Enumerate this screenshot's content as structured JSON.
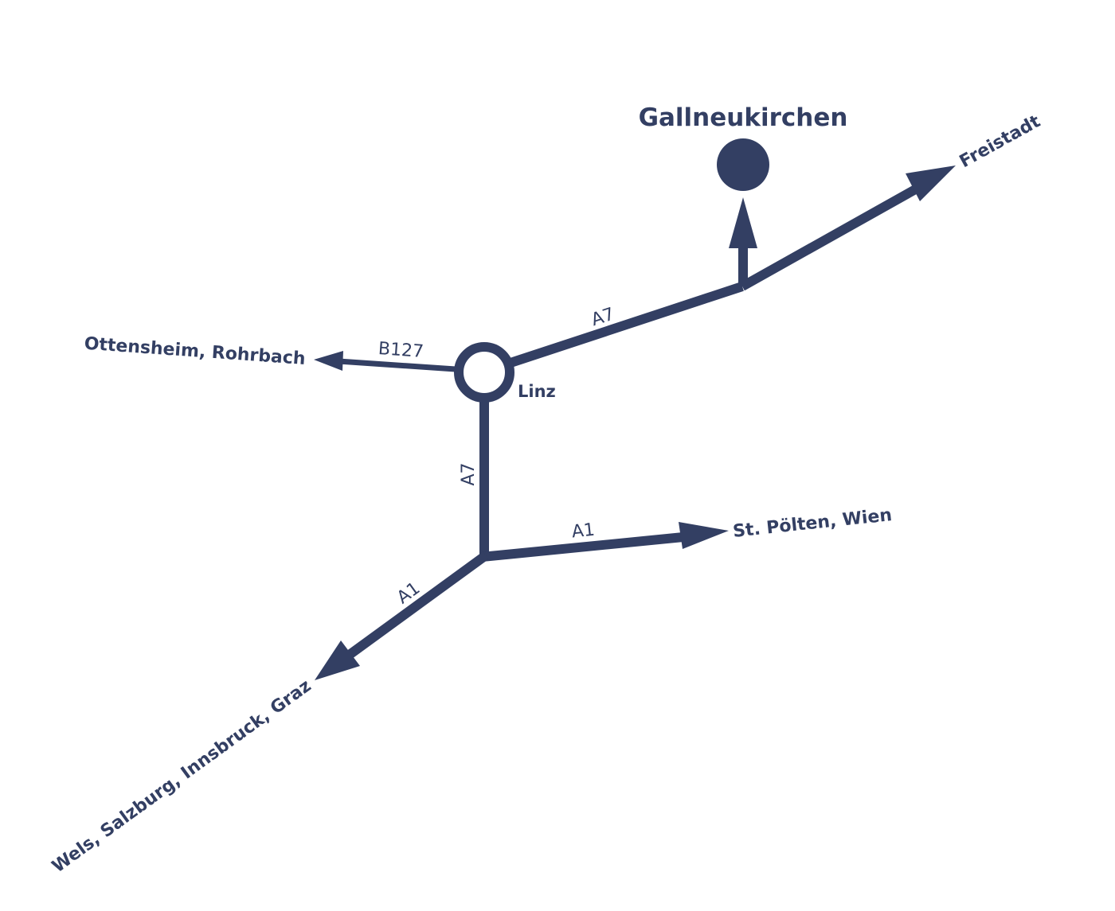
{
  "map": {
    "color": "#333f63",
    "background": "#ffffff",
    "cities": {
      "destination": "Gallneukirchen",
      "hub": "Linz"
    },
    "destinations": {
      "north_east": "Freistadt",
      "west": "Ottensheim, Rohrbach",
      "east": "St. Pölten, Wien",
      "south_west": "Wels, Salzburg, Innsbruck, Graz"
    },
    "roads": {
      "linz_to_junction": "A7",
      "linz_west": "B127",
      "linz_south": "A7",
      "east_branch": "A1",
      "south_west_branch": "A1"
    },
    "icons": {
      "hub": "roundabout-ring-icon",
      "destination": "location-dot-icon"
    }
  }
}
